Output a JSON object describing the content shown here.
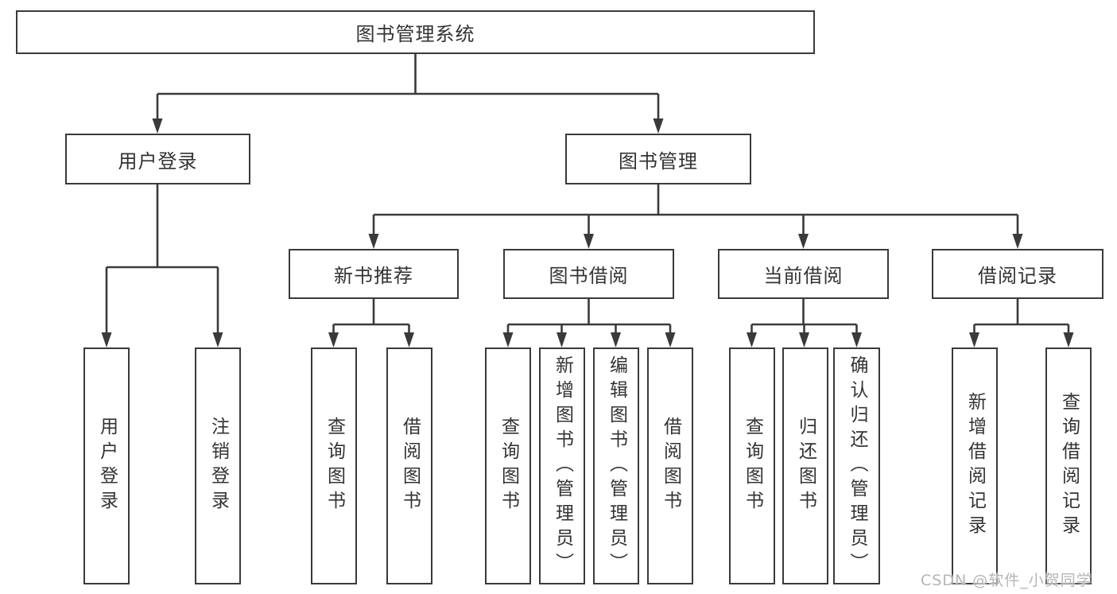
{
  "colors": {
    "line": "#3a3a3a",
    "text": "#333333",
    "background": "#ffffff",
    "watermark": "#b5b5b5"
  },
  "nodes": {
    "root": "图书管理系统",
    "level2": [
      "用户登录",
      "图书管理"
    ],
    "level3": [
      "新书推荐",
      "图书借阅",
      "当前借阅",
      "借阅记录"
    ],
    "leaves": [
      "用户登录",
      "注销登录",
      "查询图书",
      "借阅图书",
      "查询图书",
      "新增图书（管理员）",
      "编辑图书（管理员）",
      "借阅图书",
      "查询图书",
      "归还图书",
      "确认归还（管理员）",
      "新增借阅记录",
      "查询借阅记录"
    ]
  },
  "watermark": "CSDN @软件_小贺同学"
}
